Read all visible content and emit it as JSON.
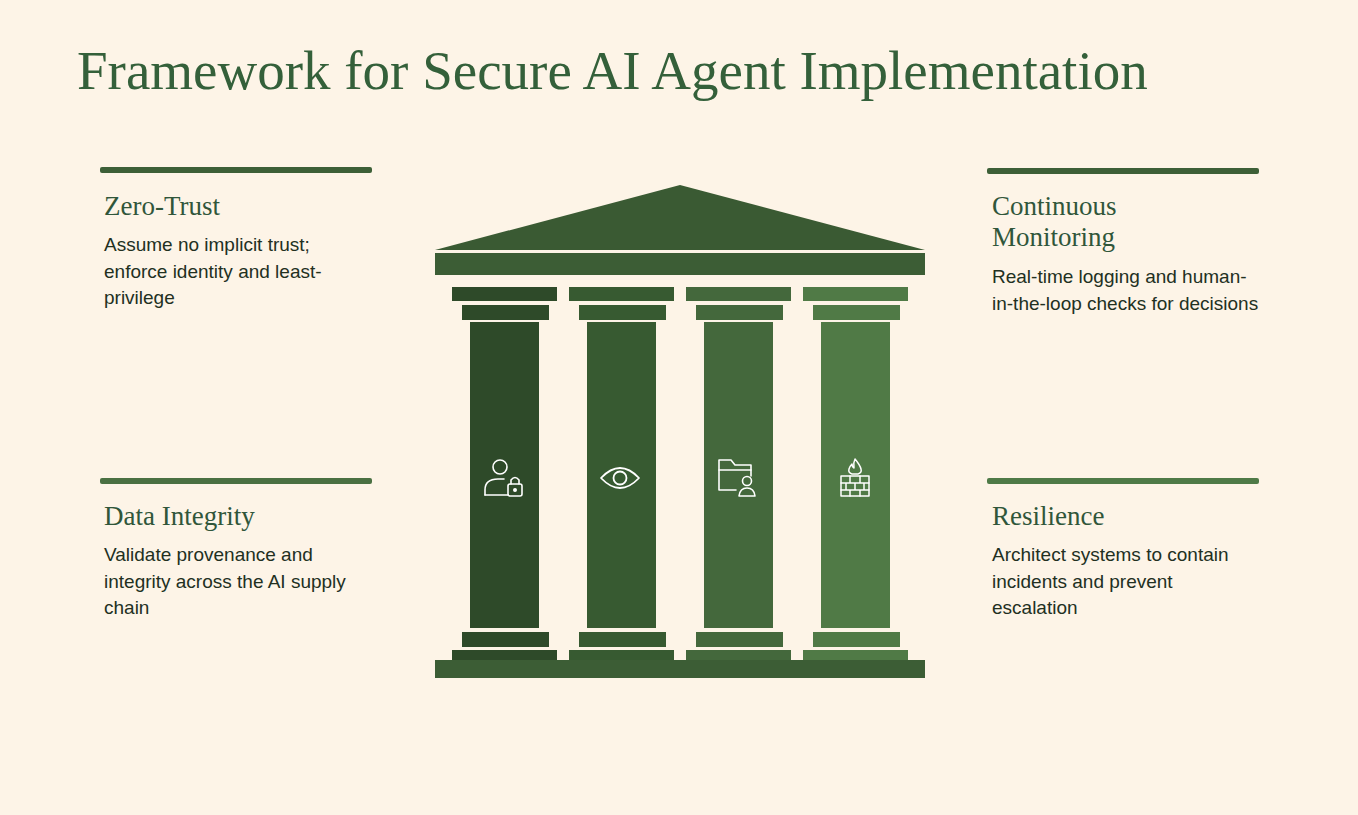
{
  "diagram": {
    "title": "Framework for Secure AI Agent Implementation",
    "labels": [
      "Zero-Trust",
      "Assume no implicit trust; enforce identity and least-privilege",
      "Continuous Monitoring",
      "Real-time logging and human-in-the-loop checks for decisions",
      "Data Integrity",
      "Validate provenance and integrity across the AI supply chain",
      "Resilience",
      "Architect systems to contain incidents and prevent escalation"
    ]
  }
}
